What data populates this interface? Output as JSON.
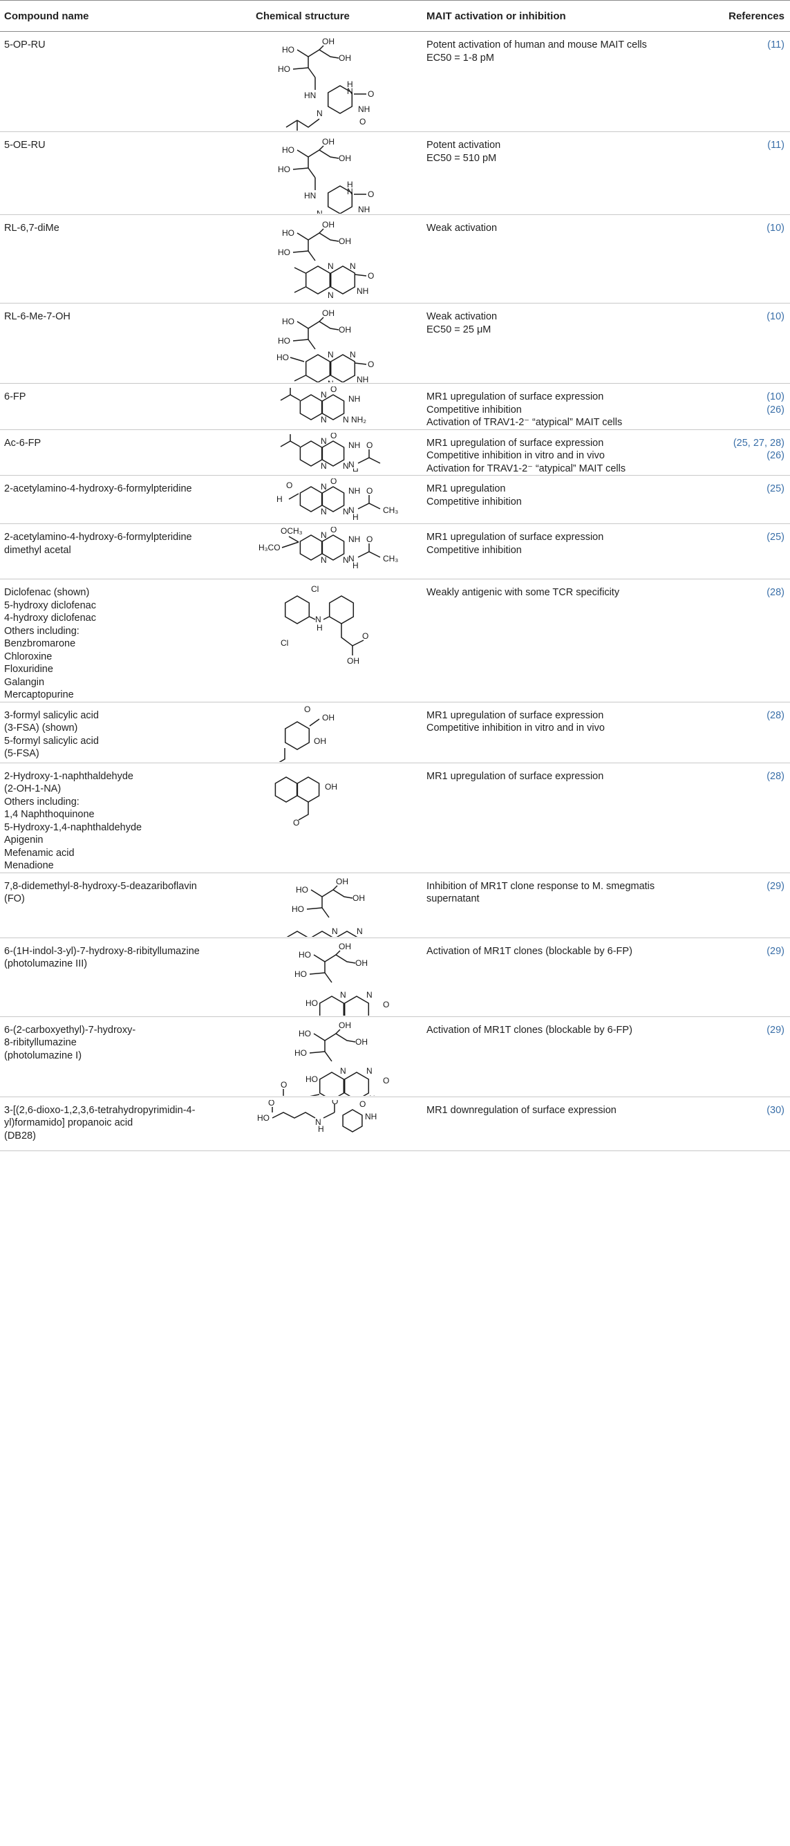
{
  "headers": {
    "name": "Compound name",
    "structure": "Chemical structure",
    "activity": "MAIT activation or inhibition",
    "refs": "References"
  },
  "rows": [
    {
      "name": [
        "5-OP-RU"
      ],
      "structure": "5-OP-RU ribityl uracil",
      "activity": [
        "Potent activation of human and mouse MAIT cells",
        "EC50 = 1-8 pM"
      ],
      "refs": "(11)"
    },
    {
      "name": [
        "5-OE-RU"
      ],
      "structure": "5-OE-RU ribityl uracil",
      "activity": [
        "Potent activation",
        "EC50 = 510 pM"
      ],
      "refs": "(11)"
    },
    {
      "name": [
        "RL-6,7-diMe"
      ],
      "structure": "ribityl lumazine dimethyl",
      "activity": [
        "Weak activation"
      ],
      "refs": "(10)"
    },
    {
      "name": [
        "RL-6-Me-7-OH"
      ],
      "structure": "ribityl lumazine methyl hydroxy",
      "activity": [
        "Weak activation",
        "EC50 = 25 μM"
      ],
      "refs": "(10)"
    },
    {
      "name": [
        "6-FP"
      ],
      "structure": "formyl pterin",
      "activity": [
        "MR1 upregulation of surface expression",
        "Competitive inhibition",
        "Activation of TRAV1-2⁻ “atypical” MAIT cells"
      ],
      "refs": [
        "(10)",
        "(26)"
      ]
    },
    {
      "name": [
        "Ac-6-FP"
      ],
      "structure": "acetyl formyl pterin",
      "activity": [
        "MR1 upregulation of surface expression",
        "Competitive inhibition in vitro and in vivo",
        "Activation for TRAV1-2⁻ “atypical” MAIT cells"
      ],
      "refs": [
        "(25, 27, 28)",
        "(26)"
      ]
    },
    {
      "name": [
        "2-acetylamino-4-hydroxy-6-formylpteridine"
      ],
      "structure": "acetylamino formylpteridine",
      "activity": [
        "MR1 upregulation",
        "Competitive inhibition"
      ],
      "refs": "(25)"
    },
    {
      "name": [
        "2-acetylamino-4-hydroxy-6-formylpteridine",
        "dimethyl acetal"
      ],
      "structure": "acetylamino formylpteridine dimethyl acetal",
      "activity": [
        "MR1 upregulation of surface expression",
        "Competitive inhibition"
      ],
      "refs": "(25)"
    },
    {
      "name": [
        "Diclofenac (shown)",
        "5-hydroxy diclofenac",
        "4-hydroxy diclofenac",
        "Others including:",
        "Benzbromarone",
        "Chloroxine",
        "Floxuridine",
        "Galangin",
        "Mercaptopurine"
      ],
      "structure": "diclofenac",
      "activity": [
        "Weakly antigenic with some TCR specificity"
      ],
      "refs": "(28)"
    },
    {
      "name": [
        "3-formyl salicylic acid",
        "(3-FSA) (shown)",
        "5-formyl salicylic acid",
        "(5-FSA)"
      ],
      "structure": "formyl salicylic acid",
      "activity": [
        "MR1 upregulation of surface expression",
        "Competitive inhibition in vitro and in vivo"
      ],
      "refs": "(28)"
    },
    {
      "name": [
        "2-Hydroxy-1-naphthaldehyde",
        "(2-OH-1-NA)",
        "Others including:",
        "1,4 Naphthoquinone",
        "5-Hydroxy-1,4-naphthaldehyde",
        "Apigenin",
        "Mefenamic acid",
        "Menadione"
      ],
      "structure": "hydroxy naphthaldehyde",
      "activity": [
        "MR1 upregulation of surface expression"
      ],
      "refs": "(28)"
    },
    {
      "name": [
        "7,8-didemethyl-8-hydroxy-5-deazariboflavin",
        "(FO)"
      ],
      "structure": "deazariboflavin",
      "activity": [
        "Inhibition of MR1T clone response to M. smegmatis",
        "supernatant"
      ],
      "refs": "(29)"
    },
    {
      "name": [
        "6-(1H-indol-3-yl)-7-hydroxy-8-ribityllumazine",
        "(photolumazine III)"
      ],
      "structure": "indolyl ribityllumazine",
      "activity": [
        "Activation of MR1T clones (blockable by 6-FP)"
      ],
      "refs": "(29)"
    },
    {
      "name": [
        "6-(2-carboxyethyl)-7-hydroxy-",
        "8-ribityllumazine",
        "(photolumazine I)"
      ],
      "structure": "carboxyethyl ribityllumazine",
      "activity": [
        "Activation of MR1T clones (blockable by 6-FP)"
      ],
      "refs": "(29)"
    },
    {
      "name": [
        "3-[(2,6-dioxo-1,2,3,6-tetrahydropyrimidin-4-",
        "yl)formamido] propanoic acid",
        "(DB28)"
      ],
      "structure": "DB28",
      "activity": [
        "MR1 downregulation of surface expression"
      ],
      "refs": "(30)"
    }
  ]
}
